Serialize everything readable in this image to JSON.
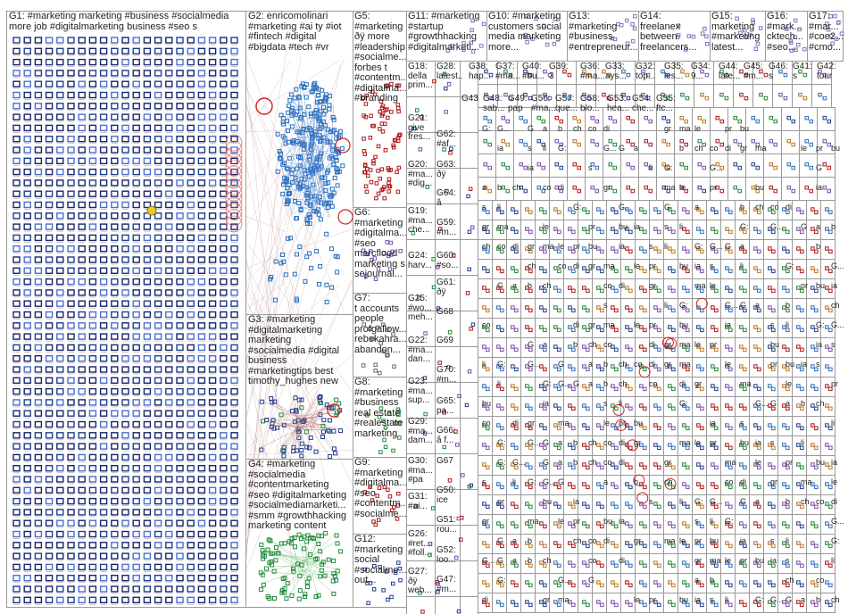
{
  "colors": {
    "border": "#9a9a9a",
    "edge": "#c9a0a0",
    "node_blue": "#1f3f8f",
    "node_darkblue": "#16266b",
    "node_green": "#1f8a3a",
    "node_red": "#b01818",
    "node_purple": "#7a4fb0",
    "node_gray": "#6c6c6c"
  },
  "groups": [
    {
      "id": "G1",
      "label": "G1: #marketing marketing #business #socialmedia\nmore job #digitalmarketing business #seo s",
      "color": "#1f3f8f"
    },
    {
      "id": "G2",
      "label": "G2: enricomolinari\n#marketing #ai ty #iot\n#fintech #digital\n#bigdata #tech #vr",
      "color": "#1f6fb0"
    },
    {
      "id": "G3",
      "label": "G3: #marketing\n#digitalmarketing\nmarketing\n#socialmedia #digital\nbusiness\n#marketingtips best\ntimothy_hughes new",
      "color": "#1f3f8f"
    },
    {
      "id": "G4",
      "label": "G4: #marketing\n#socialmedia\n#contentmarketing\n#seo #digitalmarketing\n#socialmediamarketi...\n#smm #growthhacking\nmarketing content",
      "color": "#1f8a3a"
    },
    {
      "id": "G5",
      "label": "G5: #marketing\nðÿ more\n#leadership\n#socialme...\nforbes t\n#contentm...\n#digitalma...\n#branding",
      "color": "#b01818"
    },
    {
      "id": "G6",
      "label": "G6:\n#marketing\n#digitalma...\n#seo\nmarcflood\nmarketing s\nsejournal...",
      "color": "#7a4fb0"
    },
    {
      "id": "G7",
      "label": "G7:\nt accounts\npeople\nprofgallow...\nrebekahra...\nabandon...",
      "color": "#6c6c6c"
    },
    {
      "id": "G8",
      "label": "G8:\n#marketing\n#business\nreal estate\n#realestate\nmarketing",
      "color": "#1f8a3a"
    },
    {
      "id": "G9",
      "label": "G9:\n#marketing\n#digitalma...\n#seo\n#contentm...\n#socialme...",
      "color": "#b01818"
    },
    {
      "id": "G12",
      "label": "G12:\n#marketing\nsocial\n#socialme...\nout...",
      "color": "#1f3f8f"
    },
    {
      "id": "G10",
      "label": "G10: #marketing\ncustomers social\nmedia marketing\nmore...",
      "color": "#7a4fb0"
    },
    {
      "id": "G11",
      "label": "G11: #marketing\n#startup\n#growthhacking\n#digitalmarketi...",
      "color": "#1f3f8f"
    },
    {
      "id": "G13",
      "label": "G13:\n#marketing\n#business\n#entrepreneur...",
      "color": "#b01818"
    },
    {
      "id": "G14",
      "label": "G14:\nfreelanex\nbetween\nfreelancers...",
      "color": "#1f8a3a"
    },
    {
      "id": "G15",
      "label": "G15:\nmarketing\n#marketing\nlatest...",
      "color": "#1f3f8f"
    },
    {
      "id": "G16",
      "label": "G16:\n#mark...\ncktech...\n#seo...",
      "color": "#7a4fb0"
    },
    {
      "id": "G17",
      "label": "G17:\n#mar...\n#coe2...\n#cmo...",
      "color": "#b01818"
    }
  ],
  "small_labels": [
    "G18: della\nprim...",
    "G28:\nlatest...",
    "G38:\nhap...",
    "G37:\n#ma...",
    "G40:\n#bu...",
    "G39:\n3",
    "G36:\n#ma...",
    "G33:\nays...",
    "G32:\ntop...",
    "G35:\nles...",
    "G34:\n9...",
    "G44:\nlate...",
    "G45:\n#m...",
    "G46:\ns",
    "G41:\ns",
    "G42:\ntour",
    "G43",
    "G48:\nsab...",
    "G49:\npap",
    "G56:\n#ma...",
    "G57:\nque...",
    "G58:\nblo...",
    "G53:\nhea...",
    "G54:\nche...",
    "G55:\nftc...",
    "G21:\ngive\nfres...",
    "G62:\n#af...",
    "G20:\n#ma...\n#dig...",
    "G63:\nðÿ",
    "G64:\nâ",
    "G19:\n#ma...\nche...",
    "G59:\n#m...",
    "G24:\nharv...",
    "G60:\n#so...",
    "G61:\nðÿ",
    "G25:\n#wo...\nmeh...",
    "G68",
    "G22:\n#ma...\ndan...",
    "G69",
    "G23:\n#ma...\nsup...",
    "G70:\n#m...",
    "G29:\n#ma...\ndam...",
    "G65:\npa...",
    "G30:\n#ma...\n#pa",
    "G66:\nâ f...",
    "G67",
    "G31:\n#ai...",
    "G50:\nice",
    "G26:\n#ret...\n#foll...",
    "G51:\nrou...",
    "G52:\nloo...",
    "G27:\nðÿ\nweb...",
    "G47:\n#m..."
  ],
  "tile_labels": [
    "G:",
    "G...",
    "G",
    "a",
    "b",
    "ch",
    "co",
    "di",
    "gr",
    "ma",
    "le",
    "pr",
    "bu",
    "ia",
    "s",
    "li"
  ]
}
